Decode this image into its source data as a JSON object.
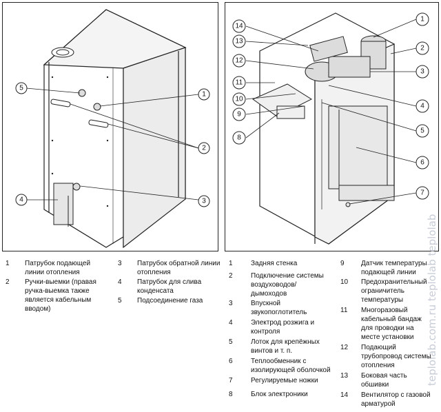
{
  "left_figure": {
    "callouts": [
      "5",
      "1",
      "2",
      "4",
      "3"
    ]
  },
  "right_figure": {
    "callouts": [
      "14",
      "13",
      "12",
      "11",
      "10",
      "9",
      "8",
      "1",
      "2",
      "3",
      "4",
      "5",
      "6",
      "7"
    ]
  },
  "watermark": "teplolab.com.ru teplolab teplolab",
  "legend_left": [
    {
      "n": "1",
      "text": "Патрубок подающей линии отопления"
    },
    {
      "n": "2",
      "text": "Ручки-выемки (правая ручка-выемка также является кабельным вводом)"
    },
    {
      "n": "3",
      "text": "Патрубок обратной линии отопления"
    },
    {
      "n": "4",
      "text": "Патрубок для слива конденсата"
    },
    {
      "n": "5",
      "text": "Подсоединение газа"
    }
  ],
  "legend_right": [
    {
      "n": "1",
      "text": "Задняя стенка"
    },
    {
      "n": "2",
      "text": "Подключение системы воздуховодов/дымоходов"
    },
    {
      "n": "3",
      "text": "Впускной звукопоглотитель"
    },
    {
      "n": "4",
      "text": "Электрод розжига и контроля"
    },
    {
      "n": "5",
      "text": "Лоток для крепёжных винтов и т. п."
    },
    {
      "n": "6",
      "text": "Теплообменник с изолирующей оболочкой"
    },
    {
      "n": "7",
      "text": "Регулируемые ножки"
    },
    {
      "n": "8",
      "text": "Блок электроники"
    },
    {
      "n": "9",
      "text": "Датчик температуры подающей линии"
    },
    {
      "n": "10",
      "text": "Предохранительный ограничитель температуры"
    },
    {
      "n": "11",
      "text": "Многоразовый кабельный бандаж для проводки на месте установки"
    },
    {
      "n": "12",
      "text": "Подающий трубопровод системы отопления"
    },
    {
      "n": "13",
      "text": "Боковая часть обшивки"
    },
    {
      "n": "14",
      "text": "Вентилятор с газовой арматурой"
    }
  ]
}
